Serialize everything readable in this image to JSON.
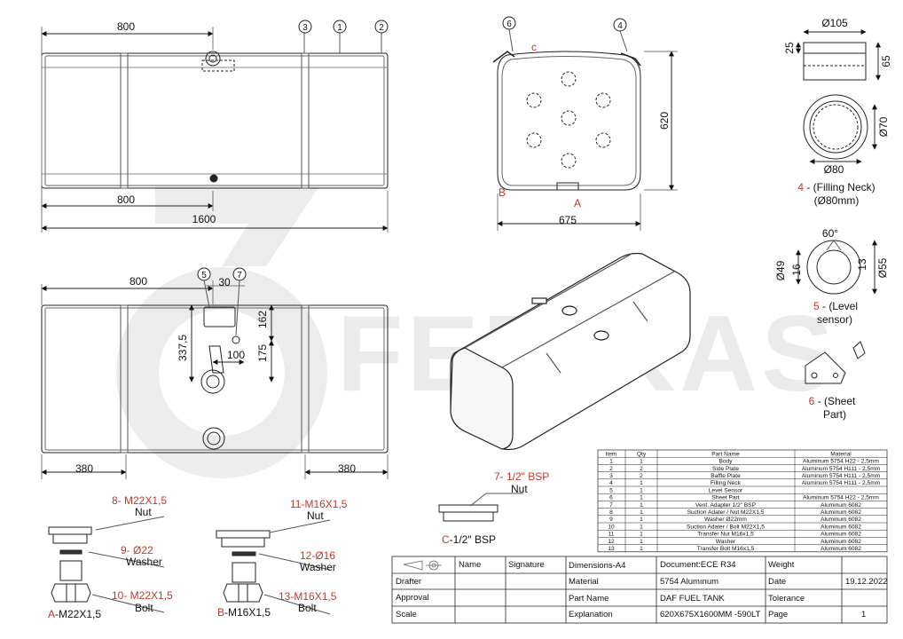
{
  "watermark": {
    "brand": "FERIKAS",
    "mark": "76"
  },
  "top_view": {
    "dim_left": "800",
    "dim_mid": "800",
    "dim_total": "1600"
  },
  "front_view": {
    "dim_top": "800",
    "dim_30": "30",
    "dim_162": "162",
    "dim_337": "337,5",
    "dim_100": "100",
    "dim_175": "175",
    "dim_left": "380",
    "dim_right": "380"
  },
  "side_view": {
    "height": "620",
    "width": "675",
    "mark_a": "A",
    "mark_b": "B",
    "mark_c": "c"
  },
  "balloons": [
    "6",
    "4",
    "3",
    "1",
    "2",
    "5",
    "7"
  ],
  "filling_neck": {
    "d105": "Ø105",
    "h25": "25",
    "h65": "65",
    "d70": "Ø70",
    "d80": "Ø80",
    "caption": [
      "4 - (Filling Neck)",
      "(Ø80mm)"
    ]
  },
  "level_sensor": {
    "angle": "60°",
    "d49": "Ø49",
    "h16": "16",
    "h13": "13",
    "d55": "Ø55",
    "caption": [
      "5 - (Level",
      "sensor)"
    ]
  },
  "sheet_part": {
    "caption": [
      "6 - (Sheet",
      "Part)"
    ]
  },
  "fittings": {
    "a": {
      "nut_code": "8-    M22X1,5",
      "nut_label": "Nut",
      "washer_code": "9-    Ø22",
      "washer_label": "Washer",
      "bolt_code": "10-   M22X1,5",
      "bolt_label": "Bolt",
      "caption_letter": "A",
      "caption_rest": "-M22X1,5"
    },
    "b": {
      "nut_code": "11-M16X1,5",
      "nut_label": "Nut",
      "washer_code": "12-Ø16",
      "washer_label": "Washer",
      "bolt_code": "13-M16X1,5",
      "bolt_label": "Bolt",
      "caption_letter": "B",
      "caption_rest": "-M16X1,5"
    },
    "c": {
      "nut_code": "7- 1/2\" BSP",
      "nut_label": "Nut",
      "caption_letter": "C",
      "caption_rest": "-1/2\" BSP"
    }
  },
  "parts_table": {
    "headers": [
      "Item",
      "Qty",
      "Part Name",
      "Material"
    ],
    "rows": [
      [
        "1",
        "1",
        "Body",
        "Aluminum 5754 H22 - 2,5mm"
      ],
      [
        "2",
        "2",
        "Side Plate",
        "Aluminum 5754 H111 - 2,5mm"
      ],
      [
        "3",
        "2",
        "Baffle Plate",
        "Aluminum 5754 H111 - 2,5mm"
      ],
      [
        "4",
        "1",
        "Filling Neck",
        "Aluminum 5754 H111 - 2,5mm"
      ],
      [
        "5",
        "1",
        "Level Sensor",
        ""
      ],
      [
        "6",
        "1",
        "Sheet Part",
        "Aluminum 5754 H22 - 2,5mm"
      ],
      [
        "7",
        "1",
        "Vent. Adapter 1/2\" BSP",
        "Aluminum 6082"
      ],
      [
        "8",
        "1",
        "Suction Adater / Nut M22X1,5",
        "Aluminum 6082"
      ],
      [
        "9",
        "1",
        "Washer Ø22mm",
        "Aluminum 6082"
      ],
      [
        "10",
        "1",
        "Suction Adater / Bolt M22X1,5",
        "Aluminum 6082"
      ],
      [
        "11",
        "1",
        "Transfer Nut M16x1,5",
        "Aluminum 6082"
      ],
      [
        "12",
        "1",
        "Washer",
        "Aluminum 6082"
      ],
      [
        "13",
        "1",
        "Transfer Bolt M16x1,5",
        "Aluminum 6082"
      ]
    ]
  },
  "title_block": {
    "name_header": "Name",
    "signature_header": "Signature",
    "labels": [
      "Drafter",
      "Approval",
      "Scale"
    ],
    "dimensions": "Dimensions-A4",
    "document": "Document:ECE R34",
    "weight": "Weight",
    "material_label": "Material",
    "material_value": "5754 Alumınum",
    "date_label": "Date",
    "date_value": "19.12.2022",
    "part_name_label": "Part Name",
    "part_name_value": "DAF FUEL TANK",
    "tolerance_label": "Tolerance",
    "explanation_label": "Explanation",
    "explanation_value": "620X675X1600MM -590LT",
    "page_label": "Page",
    "page_value": "1"
  }
}
